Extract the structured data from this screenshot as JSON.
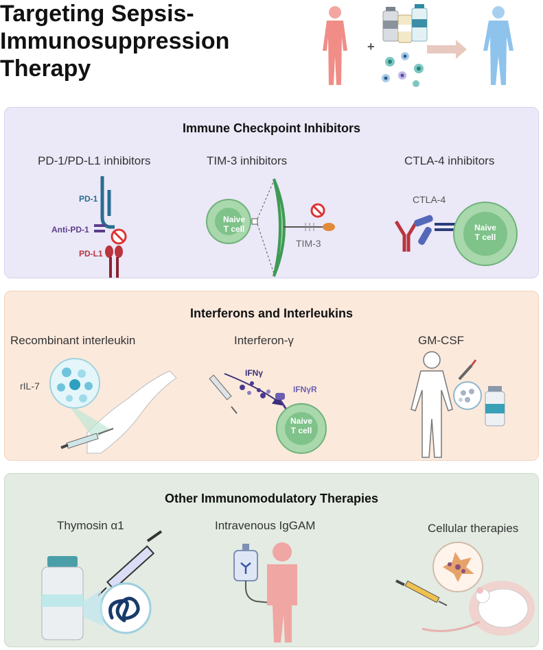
{
  "title": "Targeting Sepsis-\nImmunosuppression\nTherapy",
  "title_lines": [
    "Targeting Sepsis-",
    "Immunosuppression",
    "Therapy"
  ],
  "header_figure": {
    "plus": "+"
  },
  "checkpoint": {
    "title": "Immune Checkpoint Inhibitors",
    "pd1": {
      "heading": "PD-1/PD-L1 inhibitors",
      "pd1_label": "PD-1",
      "anti_label": "Anti-PD-1",
      "pdl1_label": "PD-L1"
    },
    "tim3": {
      "heading": "TIM-3 inhibitors",
      "cell_line1": "Naive",
      "cell_line2": "T cell",
      "receptor_label": "TIM-3"
    },
    "ctla4": {
      "heading": "CTLA-4 inhibitors",
      "receptor_label": "CTLA-4",
      "cell_line1": "Naive",
      "cell_line2": "T cell"
    }
  },
  "interferons": {
    "title": "Interferons and Interleukins",
    "il": {
      "heading": "Recombinant interleukin",
      "label": "rIL-7"
    },
    "ifn": {
      "heading": "Interferon-γ",
      "ligand_label": "IFNγ",
      "receptor_label": "IFNγR",
      "cell_line1": "Naive",
      "cell_line2": "T cell"
    },
    "gmcsf": {
      "heading": "GM-CSF"
    }
  },
  "other": {
    "title": "Other Immunomodulatory Therapies",
    "thymosin": {
      "heading": "Thymosin α1"
    },
    "iggam": {
      "heading": "Intravenous IgGAM"
    },
    "cellular": {
      "heading": "Cellular therapies"
    }
  },
  "colors": {
    "checkpoint_bg": "#ebe8f7",
    "interferon_bg": "#fbe9dc",
    "other_bg": "#e3ebe2",
    "cell_green": "#9fd1a6",
    "pd1_blue": "#2a6d8f",
    "pdl1_red": "#b9343d",
    "anti_purple": "#5a3d8a"
  }
}
